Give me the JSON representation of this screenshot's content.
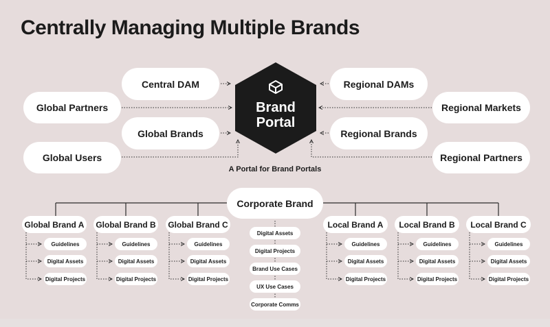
{
  "title": "Centrally Managing Multiple Brands",
  "portal": {
    "line1": "Brand",
    "line2": "Portal",
    "caption": "A Portal for Brand Portals"
  },
  "left_nodes": {
    "central_dam": "Central DAM",
    "global_partners": "Global Partners",
    "global_brands": "Global Brands",
    "global_users": "Global Users"
  },
  "right_nodes": {
    "regional_dams": "Regional DAMs",
    "regional_markets": "Regional Markets",
    "regional_brands": "Regional Brands",
    "regional_partners": "Regional Partners"
  },
  "corporate": {
    "label": "Corporate Brand",
    "items": [
      "Digital Assets",
      "Digital Projects",
      "Brand Use Cases",
      "UX Use Cases",
      "Corporate Comms"
    ]
  },
  "brands": [
    {
      "name": "Global Brand A",
      "items": [
        "Guidelines",
        "Digital Assets",
        "Digital Projects"
      ]
    },
    {
      "name": "Global Brand B",
      "items": [
        "Guidelines",
        "Digital Assets",
        "Digital Projects"
      ]
    },
    {
      "name": "Global Brand C",
      "items": [
        "Guidelines",
        "Digital Assets",
        "Digital Projects"
      ]
    },
    {
      "name": "Local Brand A",
      "items": [
        "Guidelines",
        "Digital Assets",
        "Digital Projects"
      ]
    },
    {
      "name": "Local Brand B",
      "items": [
        "Guidelines",
        "Digital Assets",
        "Digital Projects"
      ]
    },
    {
      "name": "Local Brand C",
      "items": [
        "Guidelines",
        "Digital Assets",
        "Digital Projects"
      ]
    }
  ],
  "colors": {
    "background": "#e6dcdc",
    "node": "#ffffff",
    "hexagon": "#1b1b1b",
    "line": "#2a2a2a"
  }
}
